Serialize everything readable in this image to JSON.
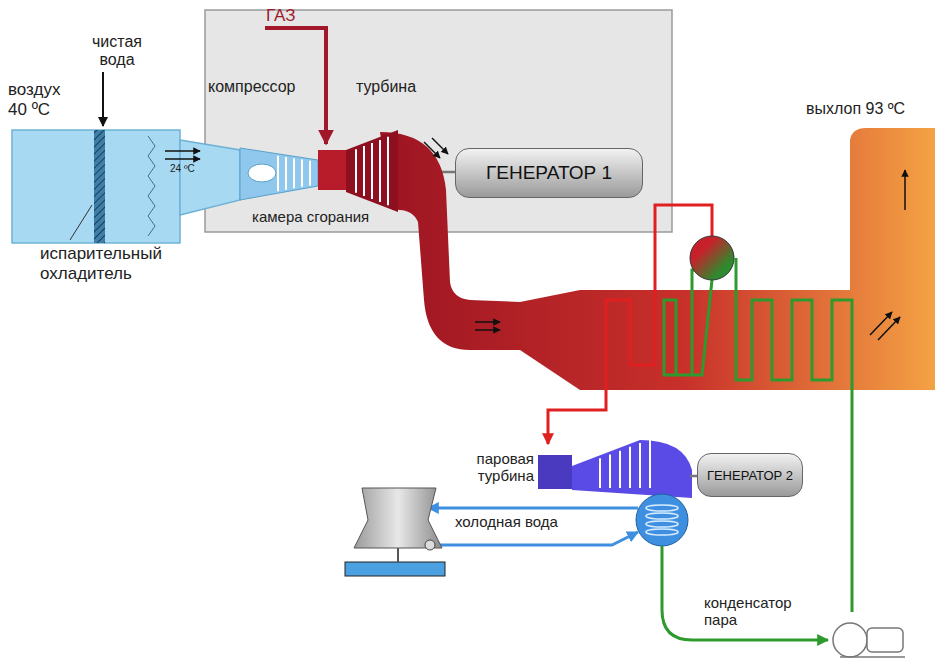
{
  "diagram": {
    "nodes": [
      {
        "text": [
          "ГЕНЕРАТОР 1"
        ]
      },
      {
        "text": [
          "ГЕНЕРАТОР 2"
        ]
      }
    ],
    "labels": [
      "ГАЗ",
      "чистая вода",
      "воздух 40 ºC",
      "компрессор",
      "турбина",
      "24 ºC",
      "камера сгорания",
      "испарительный охладитель",
      "выхлоп 93 ºC",
      "паровая турбина",
      "холодная вода",
      "конденсатор пара"
    ]
  }
}
